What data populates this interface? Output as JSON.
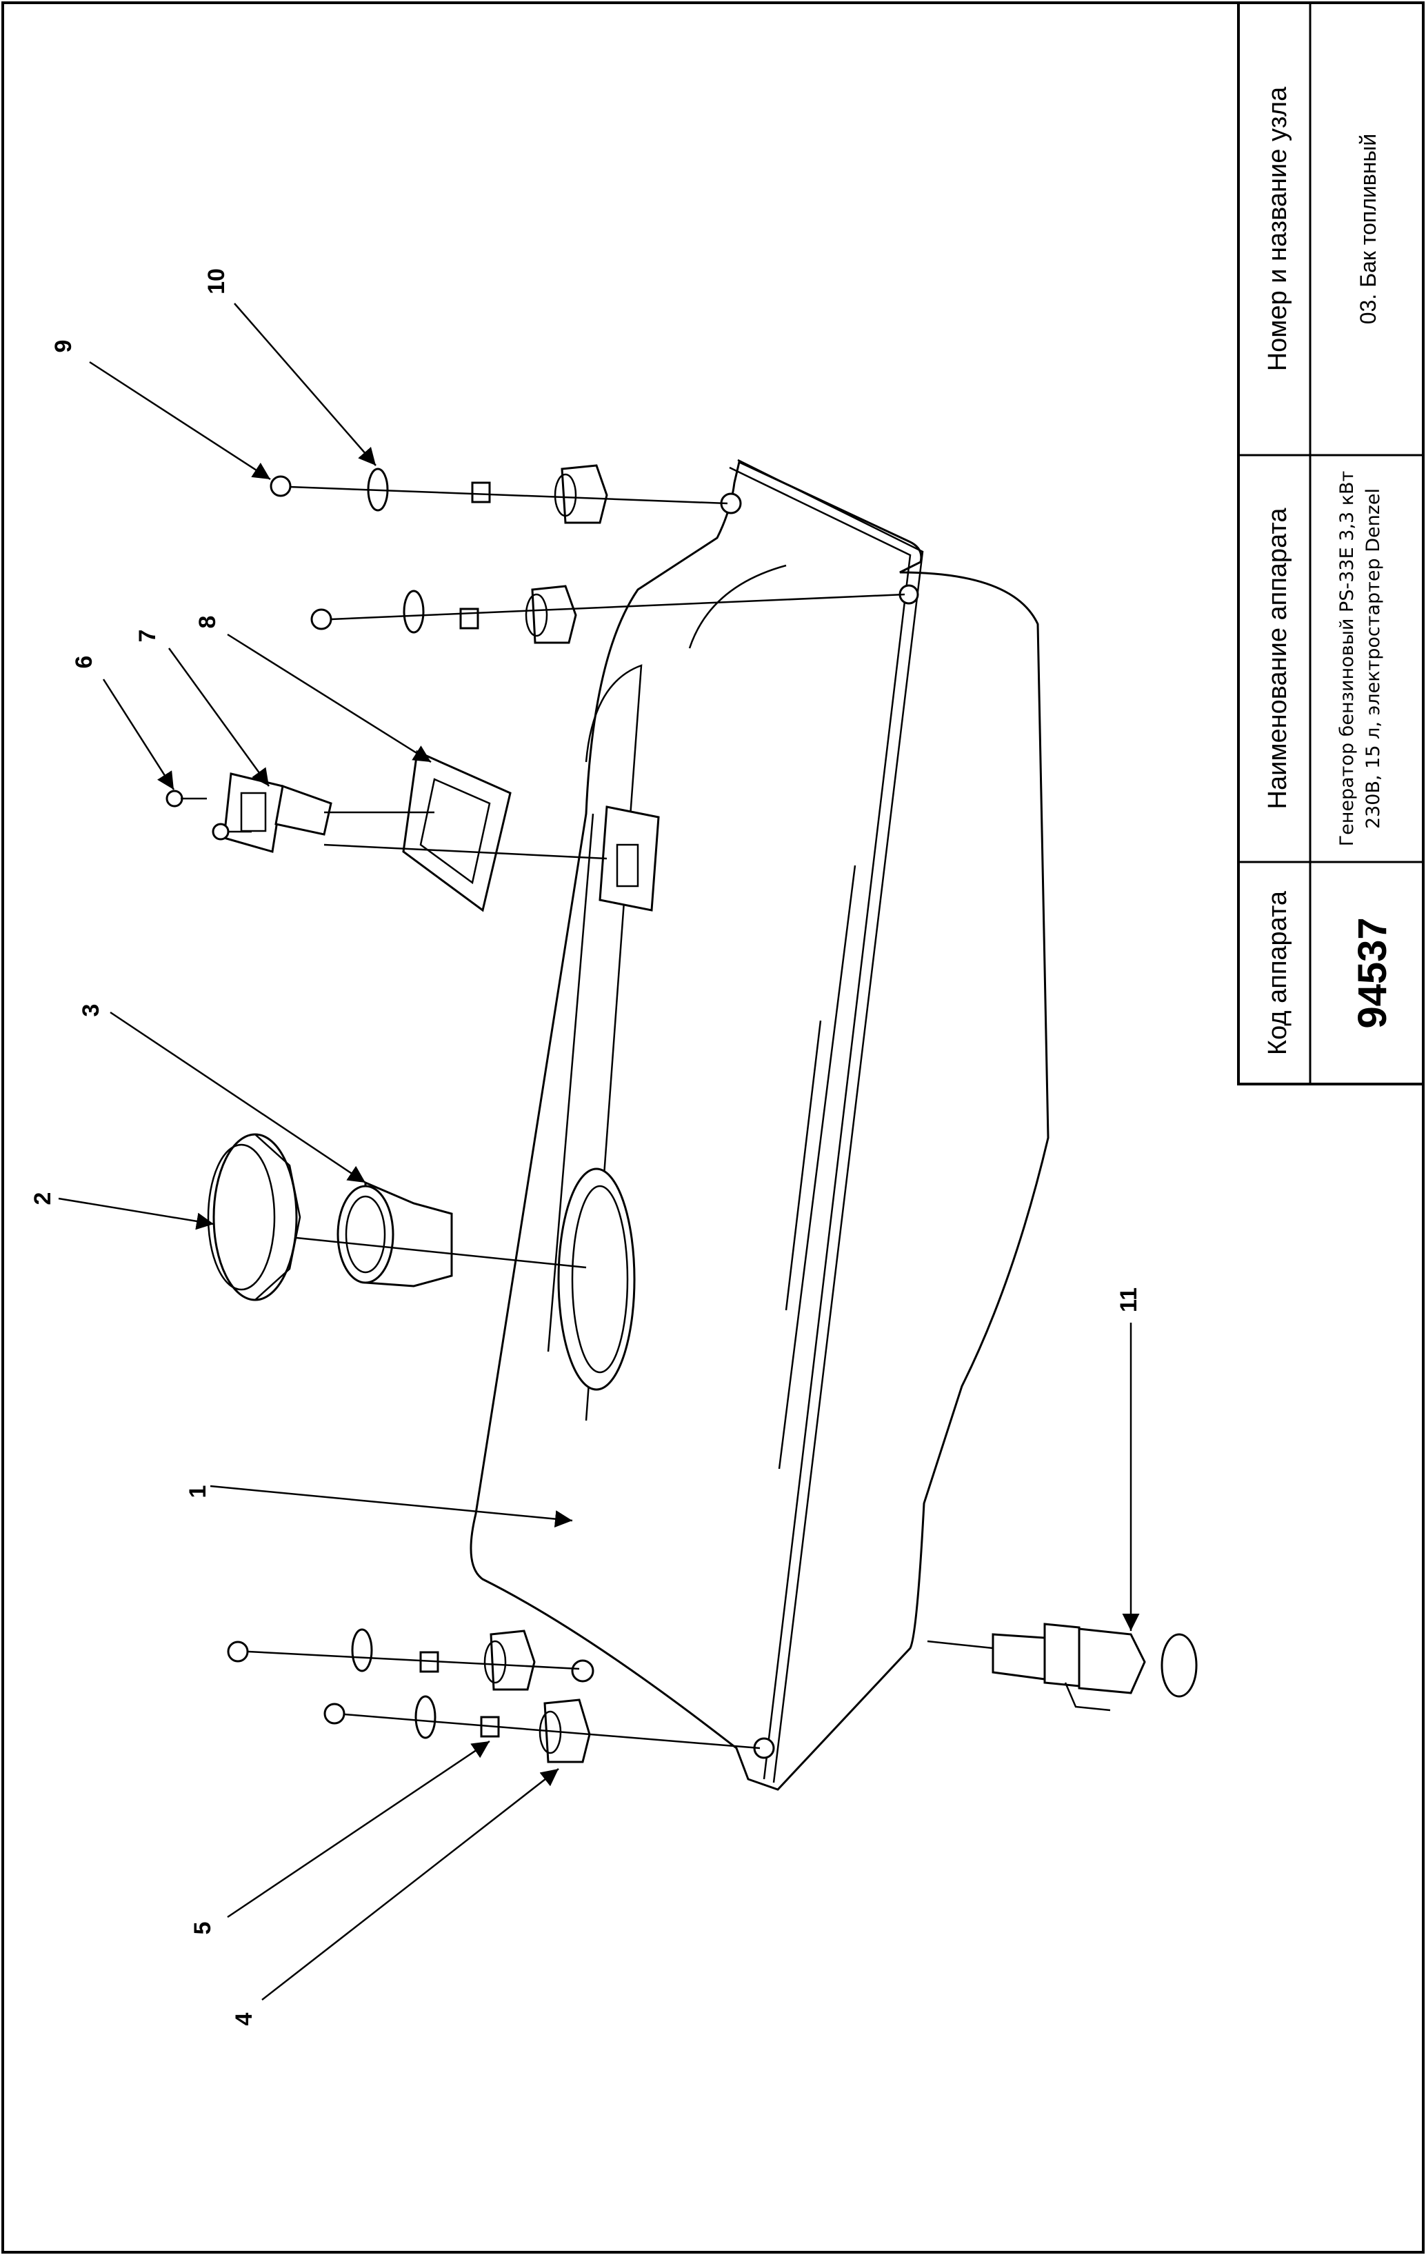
{
  "title_block": {
    "code_header": "Код аппарата",
    "code_value": "94537",
    "device_header": "Наименование аппарата",
    "device_name_line1": "Генератор бензиновый PS-33E 3,3 кВт",
    "device_name_line2": "230В, 15 л, электростартер Denzel",
    "node_header": "Номер и название узла",
    "node_value": "03. Бак топливный"
  },
  "callouts": [
    "1",
    "2",
    "3",
    "4",
    "5",
    "6",
    "7",
    "8",
    "9",
    "10",
    "11"
  ],
  "colors": {
    "line": "#000000",
    "background": "#ffffff"
  }
}
